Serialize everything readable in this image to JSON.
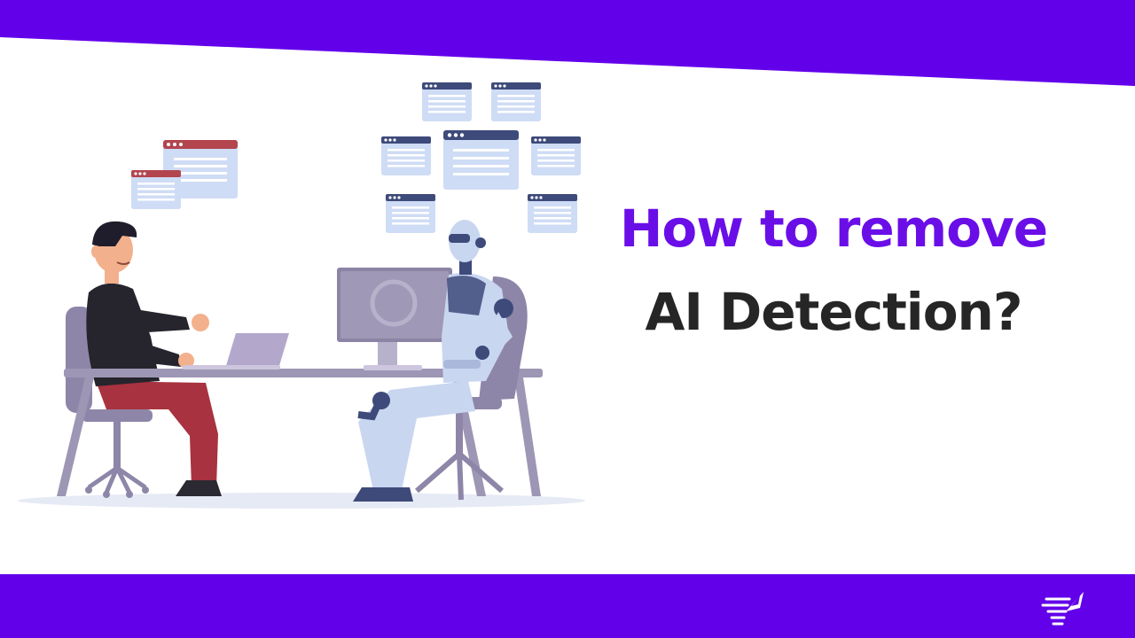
{
  "headline": {
    "line1": "How to remove",
    "line2": "AI Detection?"
  },
  "colors": {
    "brand_purple": "#6200ea",
    "headline_accent": "#6a0ee8",
    "headline_dark": "#262626",
    "window_bar_blue": "#3d4a7a",
    "window_bar_red": "#b2454e",
    "window_body": "#cfdcf5"
  },
  "illustration": {
    "subject": "person-and-robot-at-desk",
    "icons": [
      "browser-window-icon",
      "laptop-icon",
      "monitor-icon",
      "robot-icon",
      "person-icon"
    ]
  },
  "brand": {
    "logo_icon": "rocket-speed-lines-icon"
  }
}
